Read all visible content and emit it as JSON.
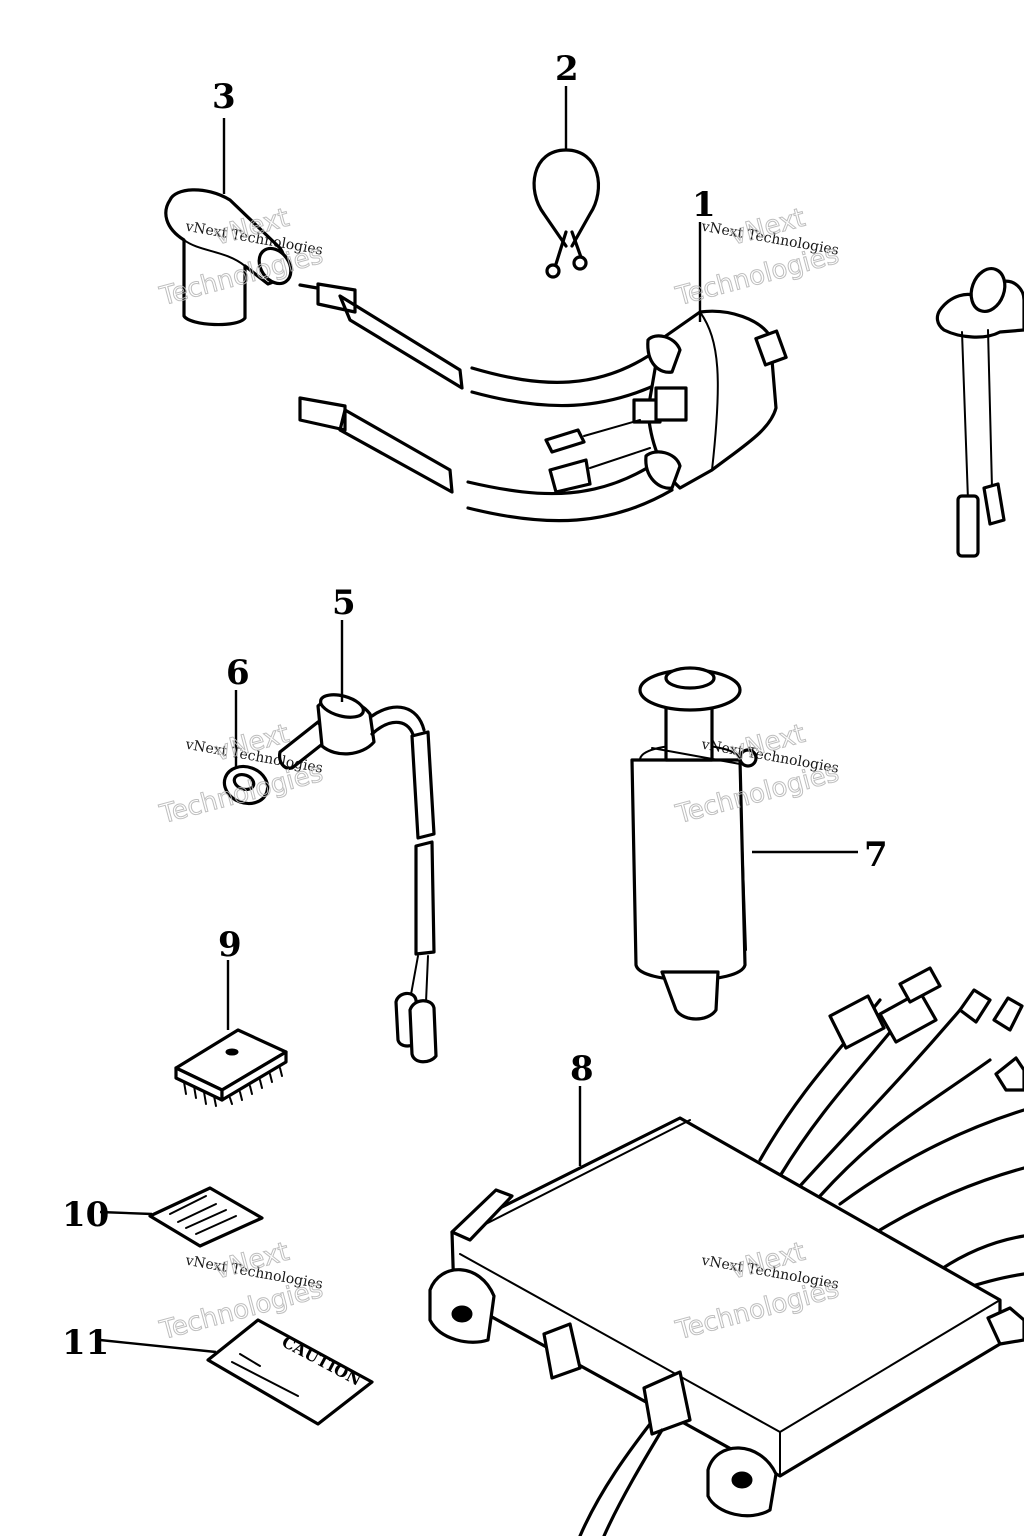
{
  "part_numbers": {
    "p1": "1",
    "p2": "2",
    "p3": "3",
    "p5": "5",
    "p6": "6",
    "p7": "7",
    "p8": "8",
    "p9": "9",
    "p10": "10",
    "p11": "11"
  },
  "watermark": {
    "line_a": "vNext Technologies",
    "line_b_1": "vNext",
    "line_b_2": "Technologies"
  },
  "labels": {
    "caution": "CAUTION"
  }
}
